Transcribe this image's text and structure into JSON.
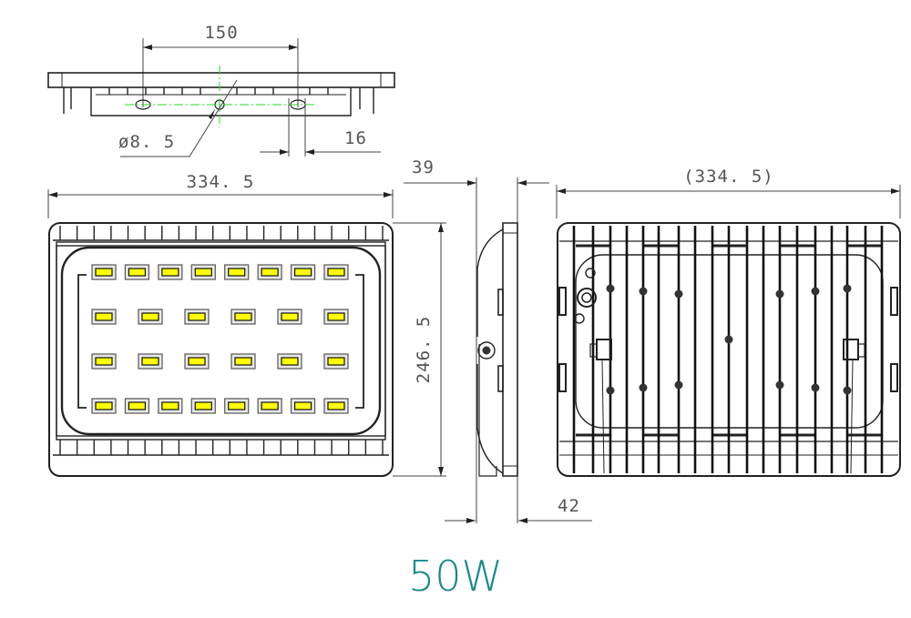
{
  "drawing": {
    "title": "Flood light dimensional drawing",
    "accent_color": "#1a8a8a",
    "centerline_color": "#22dd22",
    "led_color": "#ffff00"
  },
  "top_view": {
    "dim_hole_spacing": "150",
    "dim_hole_diameter": "ø8. 5",
    "dim_slot_width": "16"
  },
  "front_view": {
    "dim_width": "334. 5",
    "dim_height": "246. 5",
    "led_rows": [
      8,
      6,
      6,
      8
    ],
    "fin_count_top": 20,
    "fin_count_bottom": 20
  },
  "side_view": {
    "dim_depth_top": "39",
    "dim_depth_bottom": "42"
  },
  "back_view": {
    "dim_width_ref": "(334. 5)"
  },
  "caption": {
    "power_label": "50W"
  }
}
